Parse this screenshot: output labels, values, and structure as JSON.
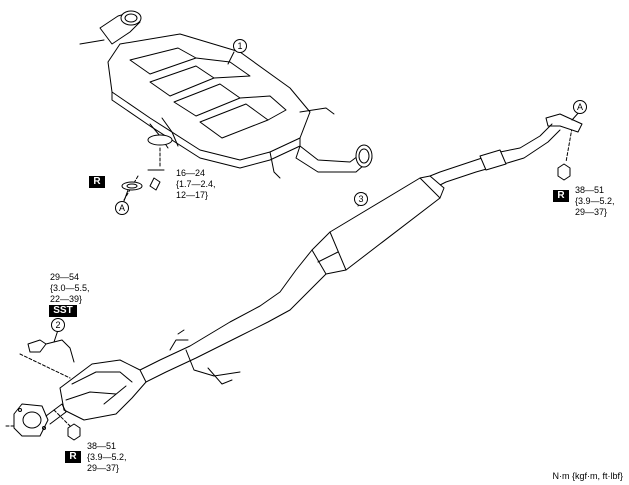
{
  "callouts": {
    "muffler": "1",
    "sensor": "2",
    "middle_pipe": "3",
    "joint_a_top": "A",
    "joint_a_left": "A"
  },
  "torque_specs": {
    "muffler_bolt": {
      "line1": "16—24",
      "line2": "{1.7—2.4,",
      "line3": "12—17}"
    },
    "front_nut": {
      "line1": "38—51",
      "line2": "{3.9—5.2,",
      "line3": "29—37}"
    },
    "sensor": {
      "line1": "29—54",
      "line2": "{3.0—5.5,",
      "line3": "22—39}"
    },
    "flange_nut": {
      "line1": "38—51",
      "line2": "{3.9—5.2,",
      "line3": "29—37}"
    }
  },
  "badges": {
    "replace": "R",
    "special_tool": "SST"
  },
  "units_note": "N·m {kgf·m, ft·lbf}"
}
